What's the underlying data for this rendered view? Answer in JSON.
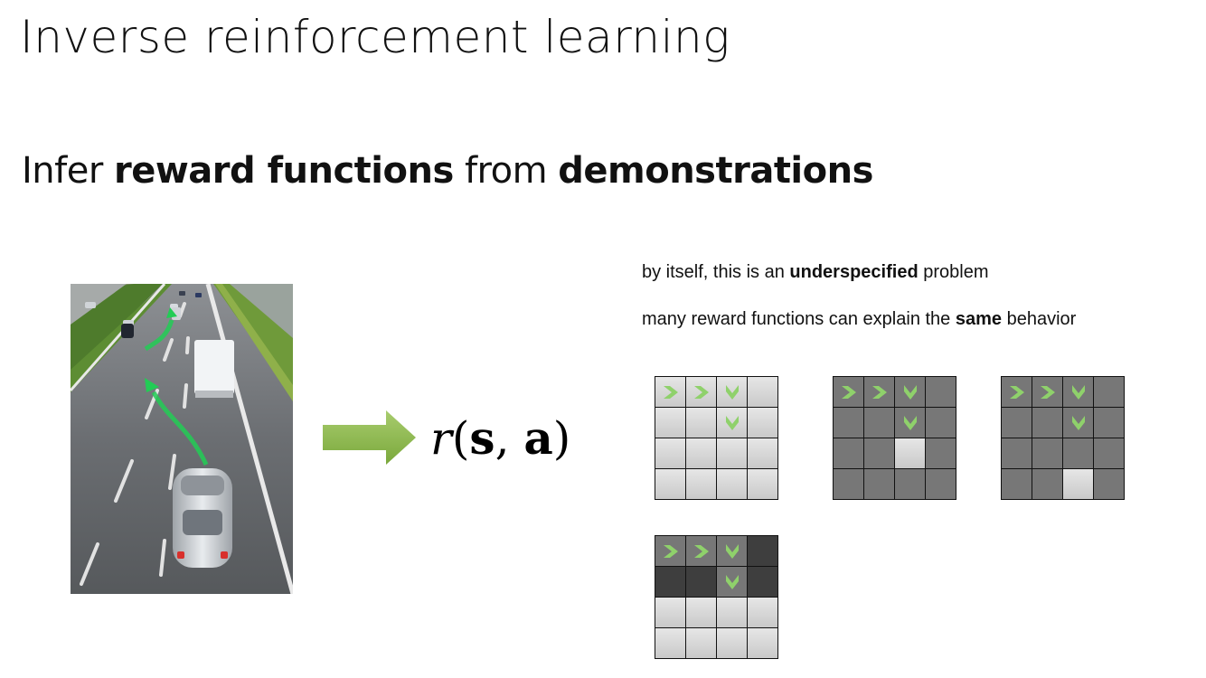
{
  "slide": {
    "title": "Inverse reinforcement learning",
    "subtitle": {
      "p1": "Infer ",
      "b1": "reward functions",
      "p2": " from ",
      "b2": "demonstrations"
    },
    "formula": {
      "fn": "r",
      "open": "(",
      "s": "s",
      "sep": ", ",
      "a": "a",
      "close": ")"
    },
    "notes": {
      "line1": {
        "pre": "by itself, this is an ",
        "bold": "underspecified",
        "post": " problem"
      },
      "line2": {
        "pre": "many reward functions can explain the ",
        "bold": "same",
        "post": " behavior"
      }
    }
  },
  "icons": {
    "photo": "highway-driving-photo",
    "arrow": "right-arrow-icon",
    "right_chevron": "chevron-right-icon",
    "down_chevron": "chevron-down-icon"
  },
  "colors": {
    "arrow_green": "#8bb74a",
    "chevron_green": "#8fd16b",
    "light_cell": "#d6d6d6",
    "mid_cell": "#777777",
    "dark_cell": "#3e3e3e"
  },
  "gridworlds": [
    {
      "cells": [
        [
          "L",
          "L",
          "L",
          "L"
        ],
        [
          "L",
          "L",
          "L",
          "L"
        ],
        [
          "L",
          "L",
          "L",
          "L"
        ],
        [
          "L",
          "L",
          "L",
          "L"
        ]
      ],
      "arrows": [
        [
          "R",
          "R",
          "D",
          ""
        ],
        [
          "",
          "",
          "D",
          ""
        ],
        [
          "",
          "",
          "",
          ""
        ],
        [
          "",
          "",
          "",
          ""
        ]
      ]
    },
    {
      "cells": [
        [
          "M",
          "M",
          "M",
          "M"
        ],
        [
          "M",
          "M",
          "M",
          "M"
        ],
        [
          "M",
          "M",
          "W",
          "M"
        ],
        [
          "M",
          "M",
          "M",
          "M"
        ]
      ],
      "arrows": [
        [
          "R",
          "R",
          "D",
          ""
        ],
        [
          "",
          "",
          "D",
          ""
        ],
        [
          "",
          "",
          "",
          ""
        ],
        [
          "",
          "",
          "",
          ""
        ]
      ]
    },
    {
      "cells": [
        [
          "M",
          "M",
          "M",
          "M"
        ],
        [
          "M",
          "M",
          "M",
          "M"
        ],
        [
          "M",
          "M",
          "M",
          "M"
        ],
        [
          "M",
          "M",
          "W",
          "M"
        ]
      ],
      "arrows": [
        [
          "R",
          "R",
          "D",
          ""
        ],
        [
          "",
          "",
          "D",
          ""
        ],
        [
          "",
          "",
          "",
          ""
        ],
        [
          "",
          "",
          "",
          ""
        ]
      ]
    },
    {
      "cells": [
        [
          "M",
          "M",
          "M",
          "K"
        ],
        [
          "K",
          "K",
          "M",
          "K"
        ],
        [
          "L",
          "L",
          "L",
          "L"
        ],
        [
          "L",
          "L",
          "L",
          "L"
        ]
      ],
      "arrows": [
        [
          "R",
          "R",
          "D",
          ""
        ],
        [
          "",
          "",
          "D",
          ""
        ],
        [
          "",
          "",
          "",
          ""
        ],
        [
          "",
          "",
          "",
          ""
        ]
      ]
    }
  ]
}
